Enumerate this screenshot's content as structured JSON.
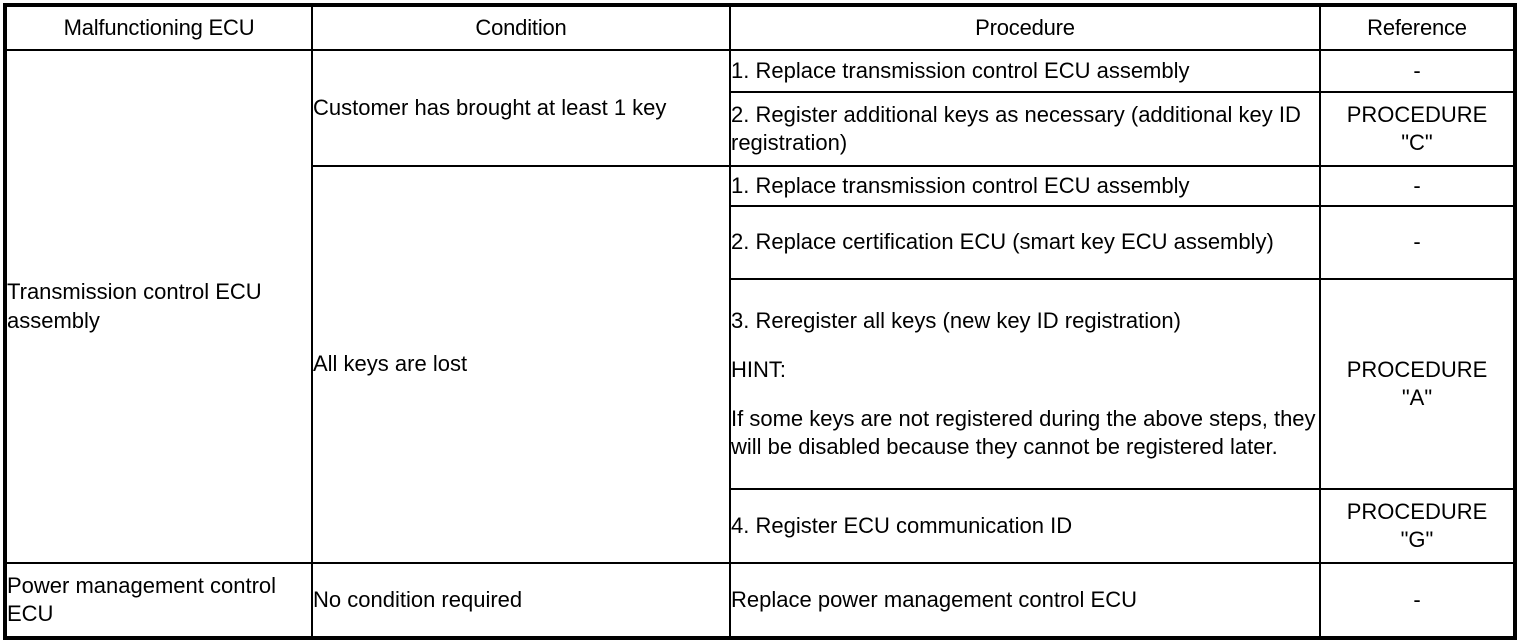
{
  "table": {
    "headers": [
      "Malfunctioning ECU",
      "Condition",
      "Procedure",
      "Reference"
    ],
    "ecu_groups": [
      {
        "ecu": "Transmission control ECU assembly",
        "conditions": [
          {
            "condition": "Customer has brought at least 1 key",
            "rows": [
              {
                "procedure_lines": [
                  "1. Replace transmission control ECU assembly"
                ],
                "reference": "-"
              },
              {
                "procedure_lines": [
                  "2. Register additional keys as necessary (additional key ID registration)"
                ],
                "reference_line1": "PROCEDURE",
                "reference_line2": "\"C\""
              }
            ]
          },
          {
            "condition": "All keys are lost",
            "rows": [
              {
                "procedure_lines": [
                  "1. Replace transmission control ECU assembly"
                ],
                "reference": "-"
              },
              {
                "procedure_lines": [
                  "2. Replace certification ECU (smart key ECU assembly)"
                ],
                "reference": "-"
              },
              {
                "procedure_lines": [
                  "3. Reregister all keys (new key ID registration)",
                  "HINT:",
                  "If some keys are not registered during the above steps, they will be disabled because they cannot be registered later."
                ],
                "reference_line1": "PROCEDURE",
                "reference_line2": "\"A\""
              },
              {
                "procedure_lines": [
                  "4. Register ECU communication ID"
                ],
                "reference_line1": "PROCEDURE",
                "reference_line2": "\"G\""
              }
            ]
          }
        ]
      },
      {
        "ecu": "Power management control ECU",
        "conditions": [
          {
            "condition": "No condition required",
            "rows": [
              {
                "procedure_lines": [
                  "Replace power management control ECU"
                ],
                "reference": "-"
              }
            ]
          }
        ]
      }
    ]
  },
  "colors": {
    "border": "#000000",
    "text": "#000000",
    "background": "#ffffff"
  }
}
